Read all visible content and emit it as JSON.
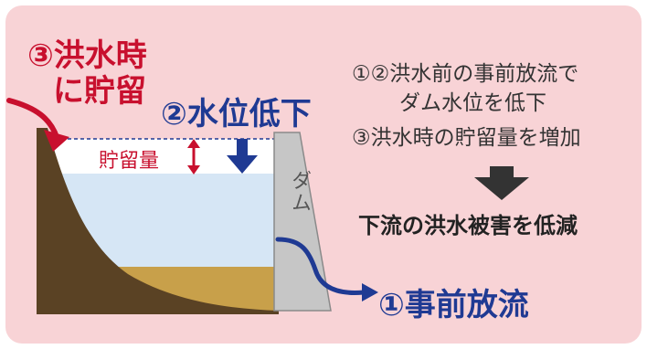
{
  "colors": {
    "panel_bg": "#f8d3d6",
    "reservoir_water": "#d6e6f5",
    "flood_storage": "#ffffff",
    "sediment": "#c8a04a",
    "terrain": "#5a4224",
    "dam": "#c6c6c6",
    "red_accent": "#c8102e",
    "blue_accent": "#1f3a93"
  },
  "labels": {
    "flood_storage_line1": "③洪水時",
    "flood_storage_line2": "に貯留",
    "water_level_drop": "②水位低下",
    "storage_volume": "貯留量",
    "dam": "ダム",
    "pre_release": "①事前放流"
  },
  "explanation": {
    "line1": "①②洪水前の事前放流で",
    "line2": "ダム水位を低下",
    "line3": "③洪水時の貯留量を増加",
    "result_icon": "down-arrow-icon",
    "result": "下流の洪水被害を低減"
  }
}
